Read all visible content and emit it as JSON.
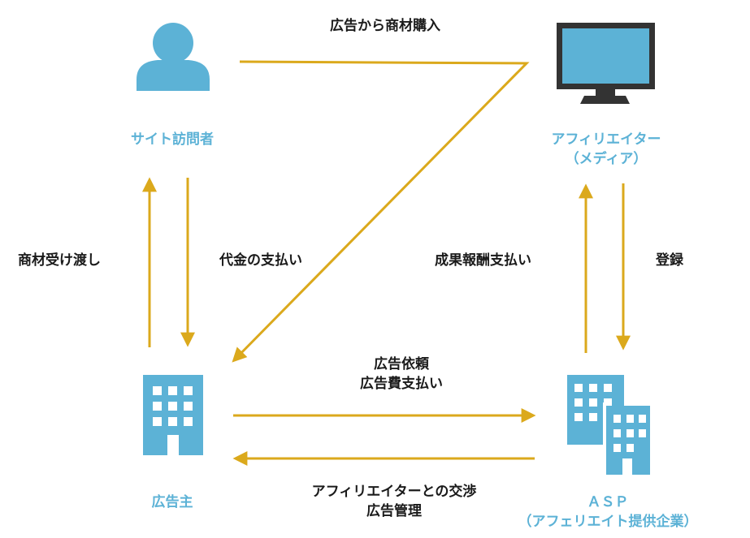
{
  "actors": {
    "visitor": "サイト訪問者",
    "affiliate": [
      "アフィリエイター",
      "（メディア）"
    ],
    "advertiser": "広告主",
    "asp": [
      "ＡＳＰ",
      "（アフェリエイト提供企業）"
    ]
  },
  "flows": {
    "purchase": "広告から商材購入",
    "delivery": "商材受け渡し",
    "payment": "代金の支払い",
    "reward": "成果報酬支払い",
    "register": "登録",
    "request": [
      "広告依頼",
      "広告費支払い"
    ],
    "negotiation": [
      "アフィリエイターとの交渉",
      "広告管理"
    ]
  },
  "colors": {
    "arrow": "#dba91c",
    "icon": "#5cb2d6",
    "monitor": "#333333",
    "text": "#1a1a1a"
  },
  "icons": [
    "person-icon",
    "monitor-icon",
    "building-icon",
    "two-buildings-icon"
  ]
}
